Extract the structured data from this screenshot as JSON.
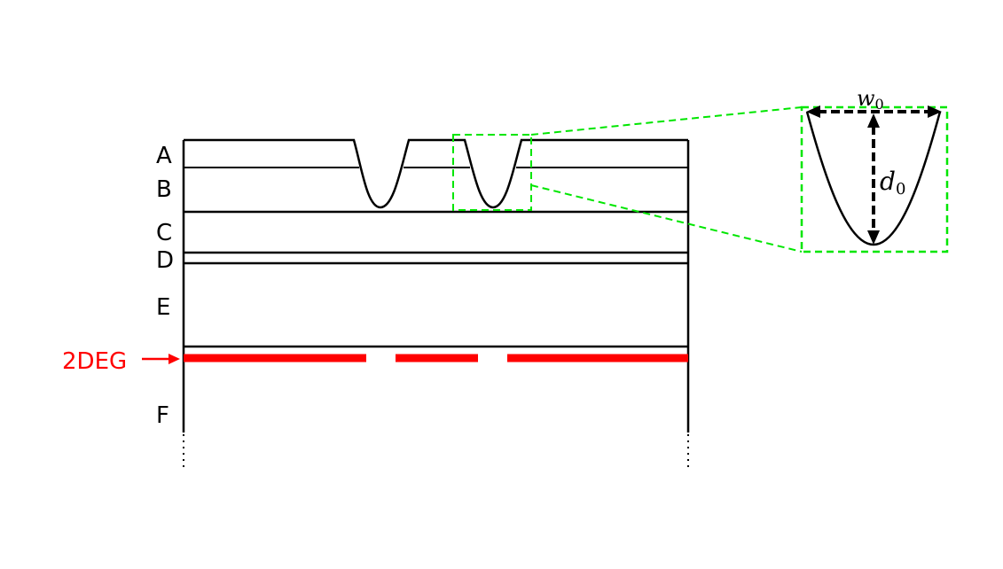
{
  "layers": [
    {
      "id": "A",
      "label": "A"
    },
    {
      "id": "B",
      "label": "B"
    },
    {
      "id": "C",
      "label": "C"
    },
    {
      "id": "D",
      "label": "D"
    },
    {
      "id": "E",
      "label": "E"
    },
    {
      "id": "F",
      "label": "F"
    }
  ],
  "twodeg": {
    "label": "2DEG",
    "color": "#ff0000"
  },
  "inset": {
    "width_symbol": "w",
    "width_subscript": "0",
    "depth_symbol": "d",
    "depth_subscript": "0",
    "frame_color": "#00e600"
  }
}
